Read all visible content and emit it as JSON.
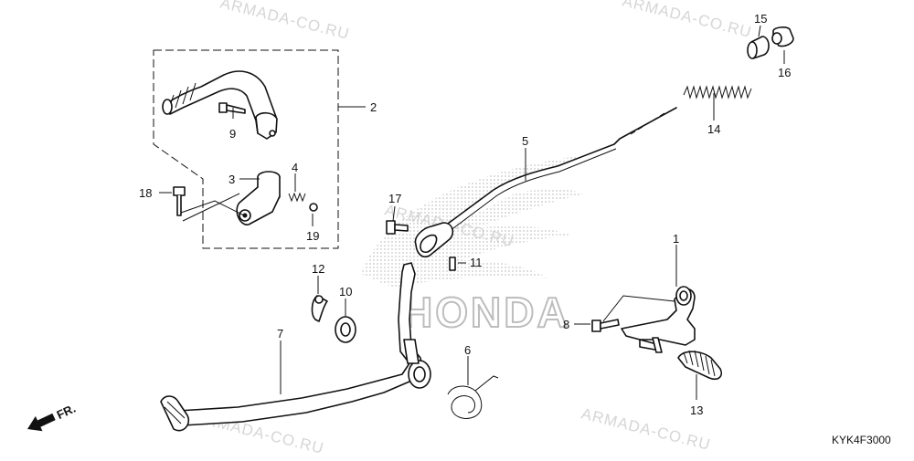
{
  "watermarks": [
    "ARMADA-CO.RU",
    "ARMADA-CO.RU",
    "ARMADA-CO.RU",
    "ARMADA-CO.RU",
    "ARMADA-CO.RU"
  ],
  "logo_text": "HONDA",
  "direction_label": "FR.",
  "diagram_code": "KYK4F3000",
  "callouts": [
    "1",
    "2",
    "3",
    "4",
    "5",
    "6",
    "7",
    "8",
    "9",
    "10",
    "11",
    "12",
    "13",
    "14",
    "15",
    "16",
    "17",
    "18",
    "19"
  ],
  "colors": {
    "line": "#111111",
    "watermark": "#d6d6d6",
    "logo_fill": "#bdbdbd"
  }
}
